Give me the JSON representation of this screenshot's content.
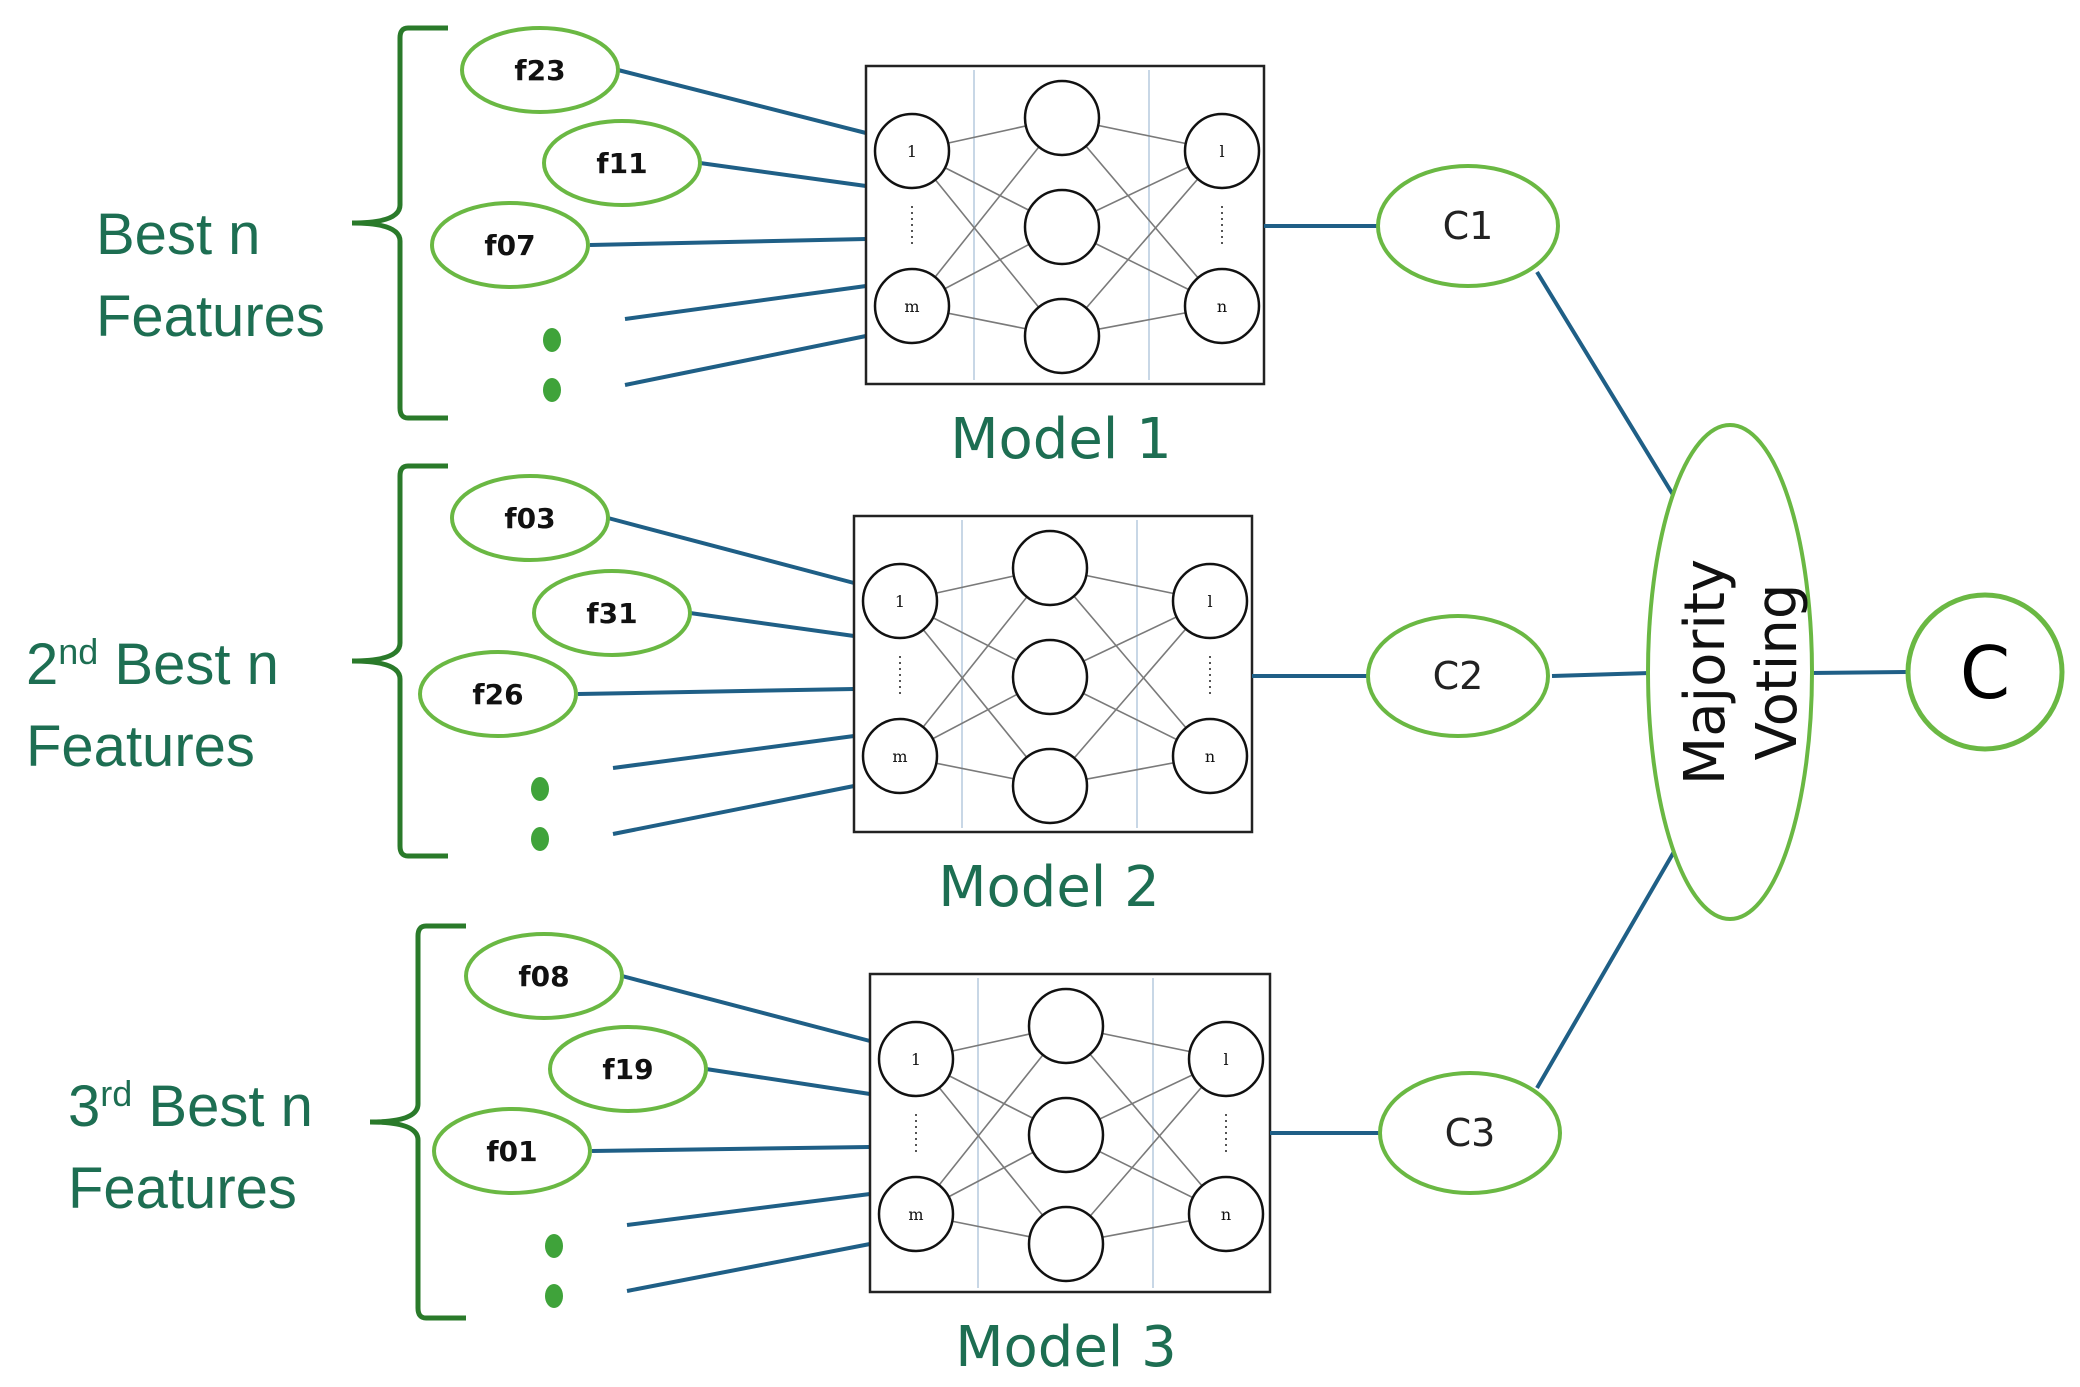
{
  "groups": [
    {
      "label_lines": [
        {
          "main": "Best n",
          "sup": ""
        },
        {
          "main": "Features",
          "sup": ""
        }
      ],
      "features": [
        "f23",
        "f11",
        "f07"
      ],
      "model_label": "Model 1",
      "class_label": "C1",
      "nn": {
        "input_top": "1",
        "input_bottom": "m",
        "output_top": "l",
        "output_bottom": "n"
      }
    },
    {
      "label_lines": [
        {
          "main": "2",
          "sup": "nd",
          "rest": " Best n"
        },
        {
          "main": "Features",
          "sup": ""
        }
      ],
      "features": [
        "f03",
        "f31",
        "f26"
      ],
      "model_label": "Model 2",
      "class_label": "C2",
      "nn": {
        "input_top": "1",
        "input_bottom": "m",
        "output_top": "l",
        "output_bottom": "n"
      }
    },
    {
      "label_lines": [
        {
          "main": "3",
          "sup": "rd",
          "rest": " Best n"
        },
        {
          "main": "Features",
          "sup": ""
        }
      ],
      "features": [
        "f08",
        "f19",
        "f01"
      ],
      "model_label": "Model 3",
      "class_label": "C3",
      "nn": {
        "input_top": "1",
        "input_bottom": "m",
        "output_top": "l",
        "output_bottom": "n"
      }
    }
  ],
  "voting": {
    "line1": "Majority",
    "line2": "Voting"
  },
  "final": {
    "label": "C"
  },
  "colors": {
    "edge": "#1f5f86",
    "ellipse_stroke": "#6ab843",
    "dot": "#3fa33a",
    "bracket": "#2a7a2a",
    "label": "#1d6e52",
    "nn_line": "#7a7a7a"
  }
}
